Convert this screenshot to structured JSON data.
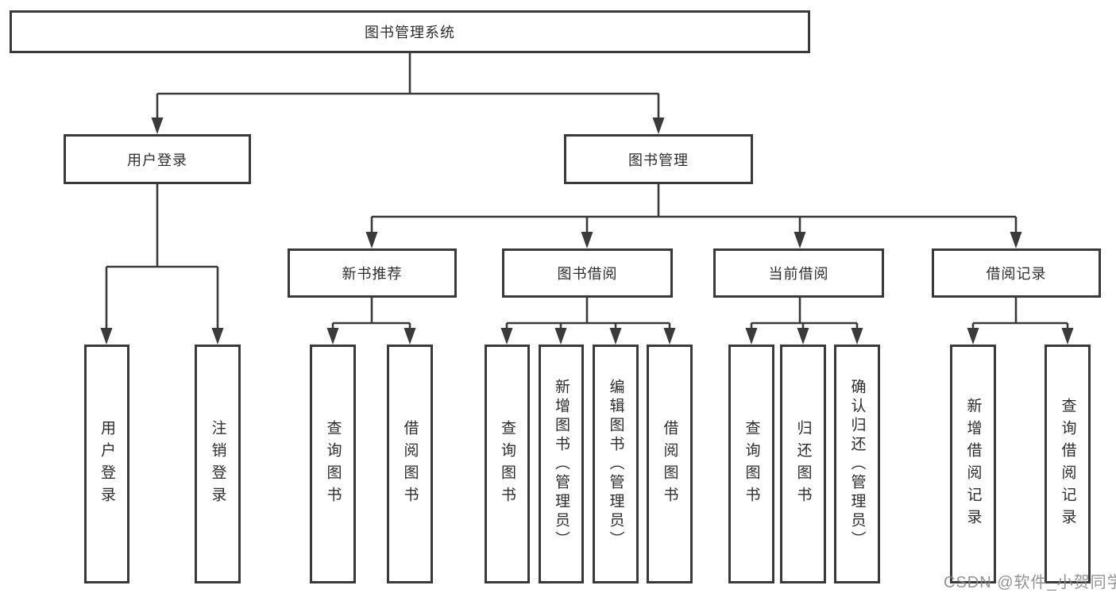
{
  "tree": {
    "label": "图书管理系统",
    "children": [
      {
        "label": "用户登录",
        "children": [
          {
            "label": "用户登录"
          },
          {
            "label": "注销登录"
          }
        ]
      },
      {
        "label": "图书管理",
        "children": [
          {
            "label": "新书推荐",
            "children": [
              {
                "label": "查询图书"
              },
              {
                "label": "借阅图书"
              }
            ]
          },
          {
            "label": "图书借阅",
            "children": [
              {
                "label": "查询图书"
              },
              {
                "label": "新增图书（管理员）"
              },
              {
                "label": "编辑图书（管理员）"
              },
              {
                "label": "借阅图书"
              }
            ]
          },
          {
            "label": "当前借阅",
            "children": [
              {
                "label": "查询图书"
              },
              {
                "label": "归还图书"
              },
              {
                "label": "确认归还（管理员）"
              }
            ]
          },
          {
            "label": "借阅记录",
            "children": [
              {
                "label": "新增借阅记录"
              },
              {
                "label": "查询借阅记录"
              }
            ]
          }
        ]
      }
    ]
  },
  "watermark": "CSDN @软件_小贺同学",
  "colors": {
    "line": "#3a3a3a",
    "text": "#2d2d2d",
    "background": "#ffffff",
    "watermark": "#878787"
  }
}
